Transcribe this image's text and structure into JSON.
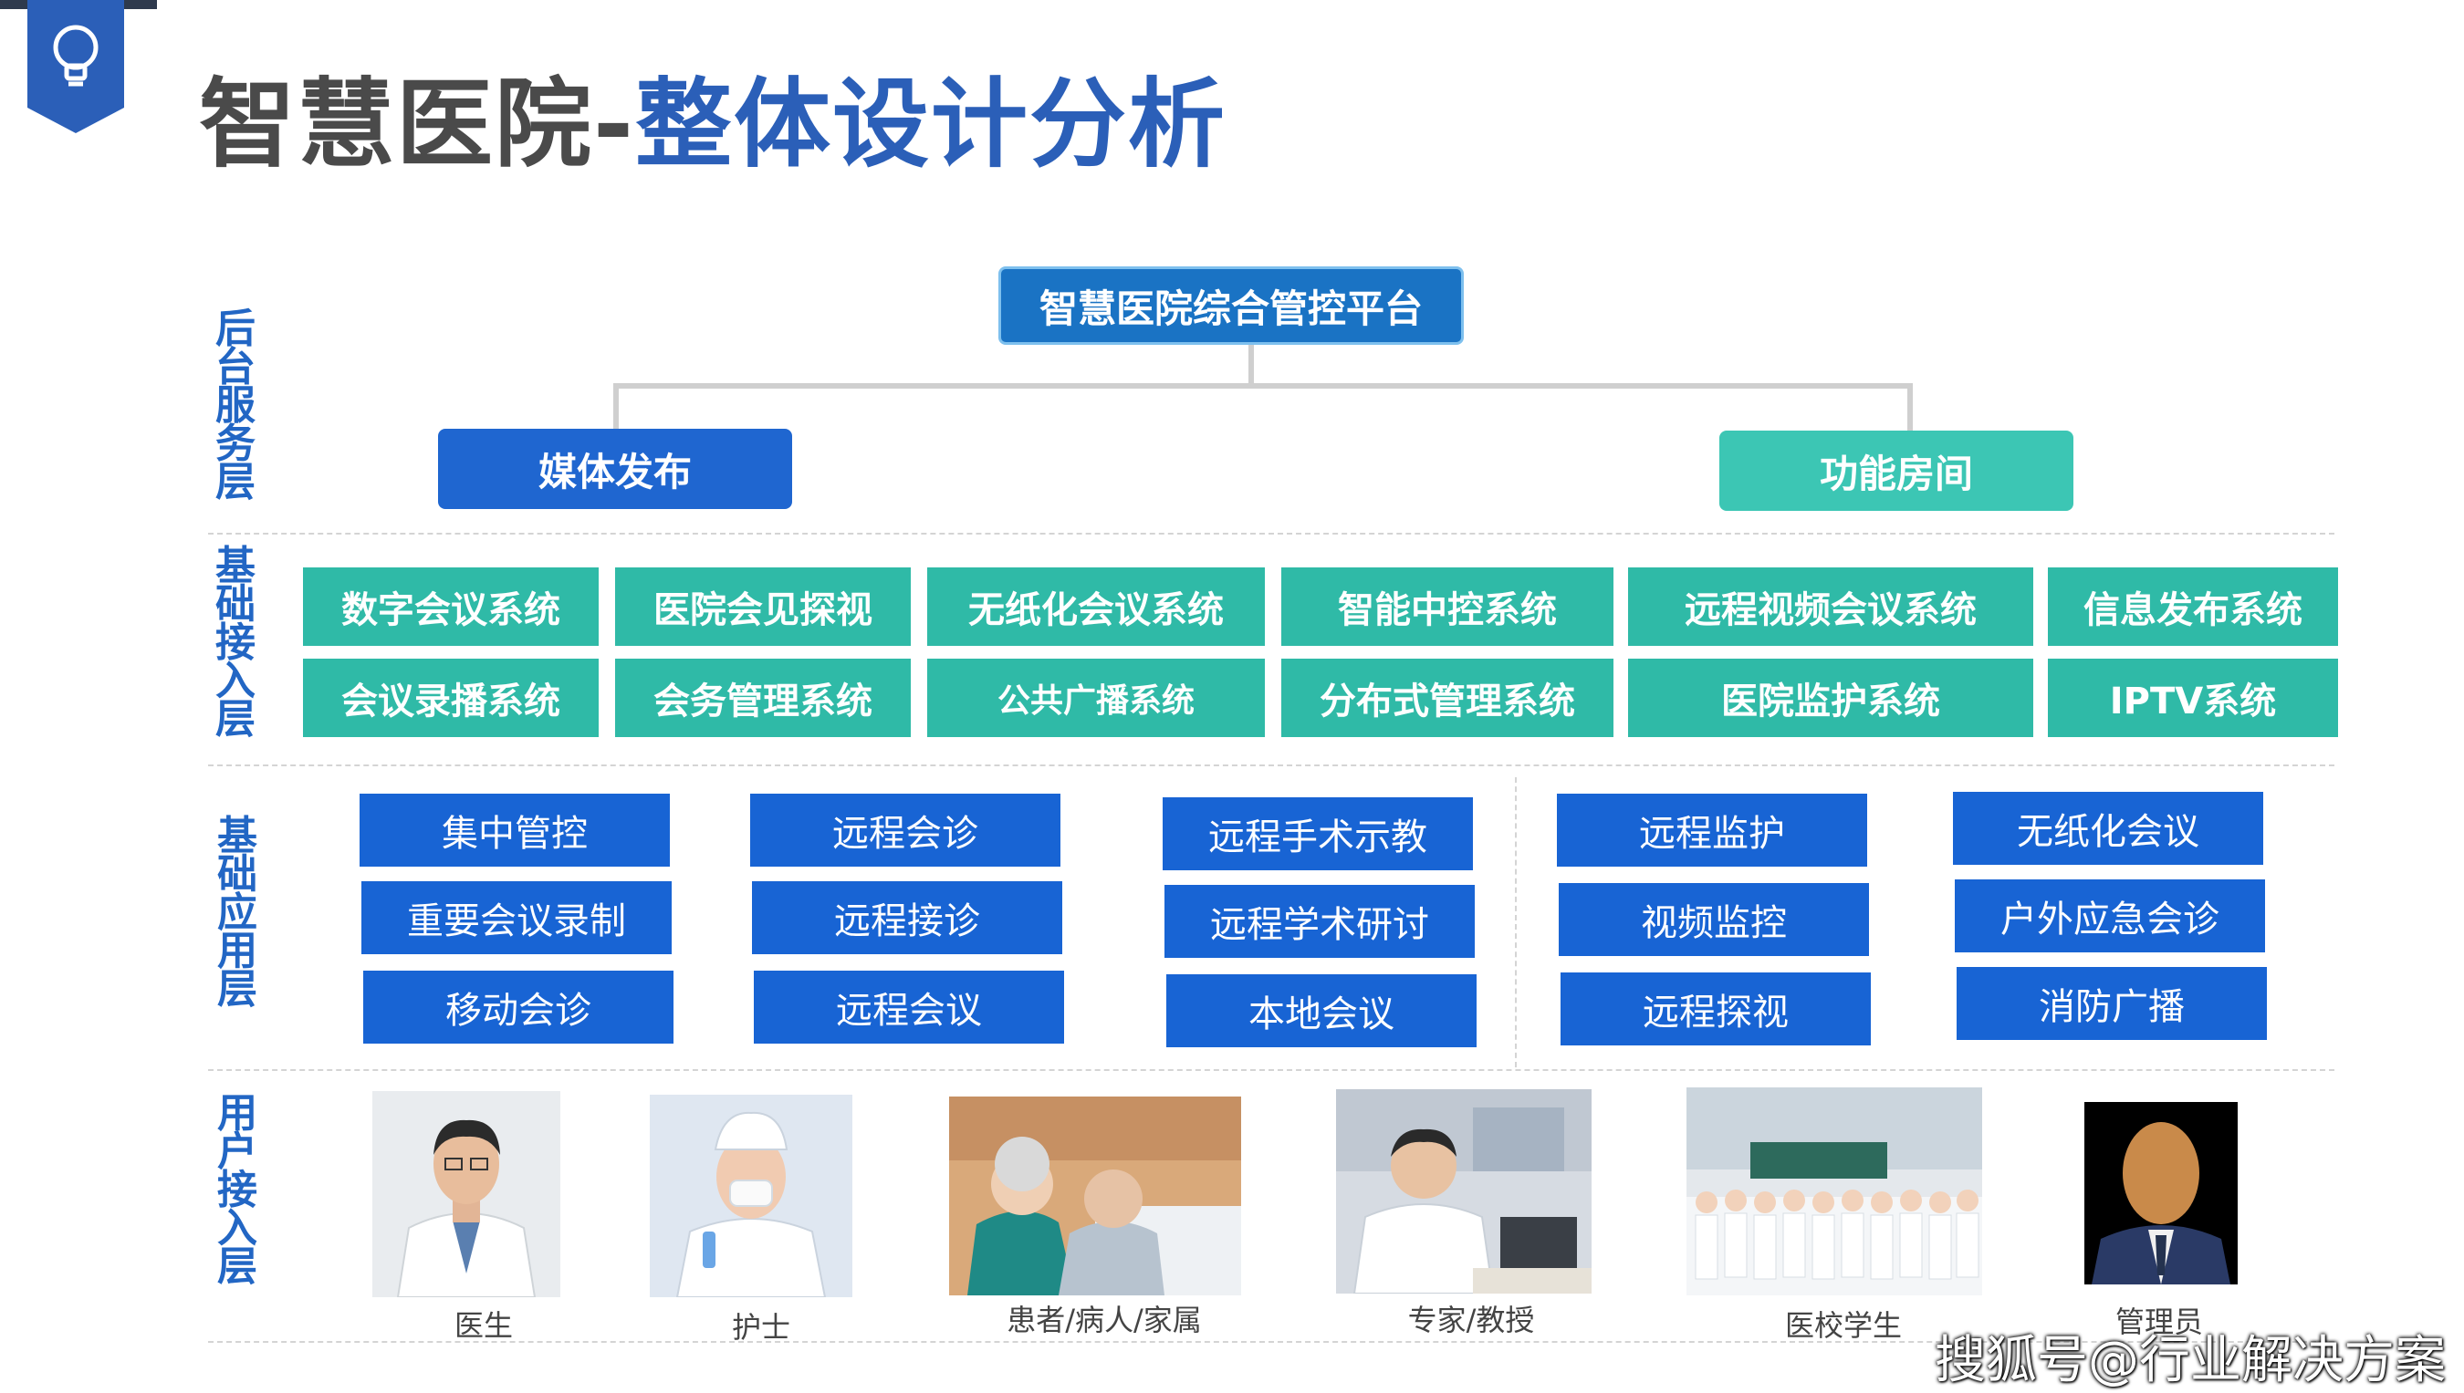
{
  "title": {
    "part1": "智慧医院-",
    "part2": "整体设计分析"
  },
  "icons": {
    "badge": "lightbulb-icon"
  },
  "colors": {
    "title_gray": "#4a4a4a",
    "title_blue": "#2b5fb8",
    "platform": "#1a73c4",
    "media": "#1f66d0",
    "function": "#3cc6b4",
    "teal": "#2fbaa7",
    "blue": "#1864d4",
    "layer_text": "#2266c4"
  },
  "layers": {
    "backend": "后台服务层",
    "basic_access": "基础接入层",
    "basic_app": "基础应用层",
    "user_access": "用户接入层"
  },
  "platform": "智慧医院综合管控平台",
  "categories": {
    "media": "媒体发布",
    "function_room": "功能房间"
  },
  "systems": {
    "row1": [
      "数字会议系统",
      "医院会见探视",
      "无纸化会议系统",
      "智能中控系统",
      "远程视频会议系统",
      "信息发布系统"
    ],
    "row2": [
      "会议录播系统",
      "会务管理系统",
      "公共广播系统",
      "分布式管理系统",
      "医院监护系统",
      "IPTV系统"
    ]
  },
  "applications": {
    "col1": [
      "集中管控",
      "重要会议录制",
      "移动会诊"
    ],
    "col2": [
      "远程会诊",
      "远程接诊",
      "远程会议"
    ],
    "col3": [
      "远程手术示教",
      "远程学术研讨",
      "本地会议"
    ],
    "col4": [
      "远程监护",
      "视频监控",
      "远程探视"
    ],
    "col5": [
      "无纸化会议",
      "户外应急会诊",
      "消防广播"
    ]
  },
  "users": [
    "医生",
    "护士",
    "患者/病人/家属",
    "专家/教授",
    "医校学生",
    "管理员"
  ],
  "watermark": "搜狐号@行业解决方案"
}
